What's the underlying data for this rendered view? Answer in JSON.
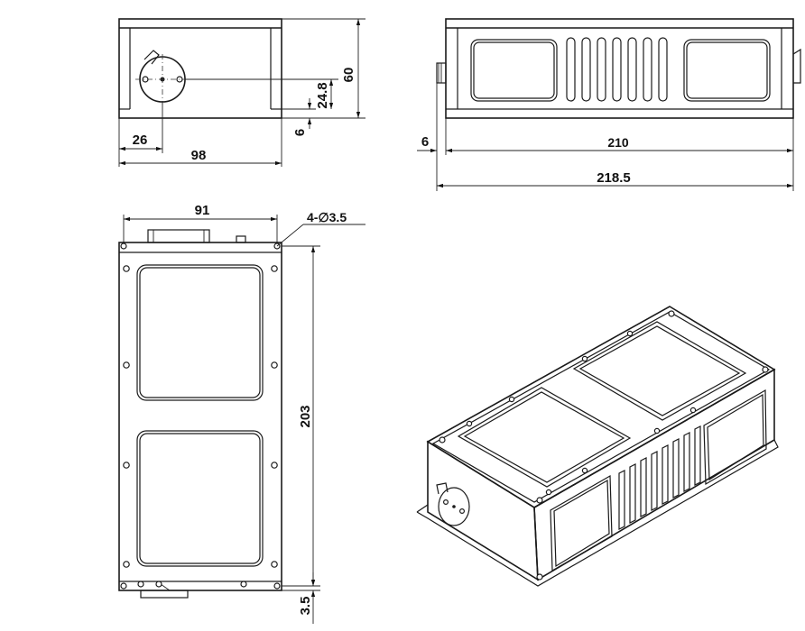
{
  "dimensions": {
    "front_height": "60",
    "front_offset_height": "24.8",
    "front_base": "6",
    "front_left_offset": "26",
    "front_width": "98",
    "side_left_step": "6",
    "side_body_length": "210",
    "side_total_length": "218.5",
    "top_width": "91",
    "top_holes": "4-∅3.5",
    "top_length": "203",
    "top_bottom_offset": "3.5"
  }
}
